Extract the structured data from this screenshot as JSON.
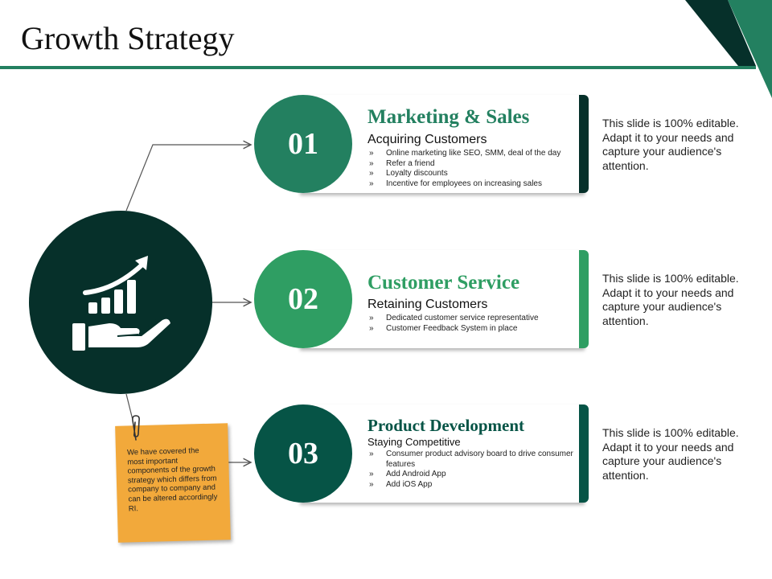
{
  "slide": {
    "title": "Growth Strategy",
    "colors": {
      "accent": "#238060",
      "dark": "#06302a",
      "medium": "#2f9e63",
      "teal": "#065446",
      "note": "#f2a93b"
    }
  },
  "hub": {
    "icon": "growth-chart-hand-icon"
  },
  "items": [
    {
      "number": "01",
      "heading": "Marketing & Sales",
      "subheading": "Acquiring Customers",
      "bullets": [
        "Online marketing like SEO, SMM, deal of the day",
        "Refer a friend",
        "Loyalty discounts",
        "Incentive for employees on increasing sales"
      ],
      "side_text": "This slide is 100% editable. Adapt it to your needs and capture your audience's attention."
    },
    {
      "number": "02",
      "heading": "Customer Service",
      "subheading": "Retaining Customers",
      "bullets": [
        "Dedicated customer service representative",
        "Customer Feedback System in place"
      ],
      "side_text": "This slide is 100% editable. Adapt it to your needs and capture your audience's attention."
    },
    {
      "number": "03",
      "heading": "Product Development",
      "subheading": "Staying Competitive",
      "bullets": [
        "Consumer product advisory board to drive consumer features",
        "Add Android App",
        "Add iOS App"
      ],
      "side_text": "This slide is 100% editable. Adapt it to your needs and capture your audience's attention."
    }
  ],
  "note": {
    "text": "We have covered the most important components of the growth strategy which differs from company to company and can be altered accordingly RI."
  }
}
